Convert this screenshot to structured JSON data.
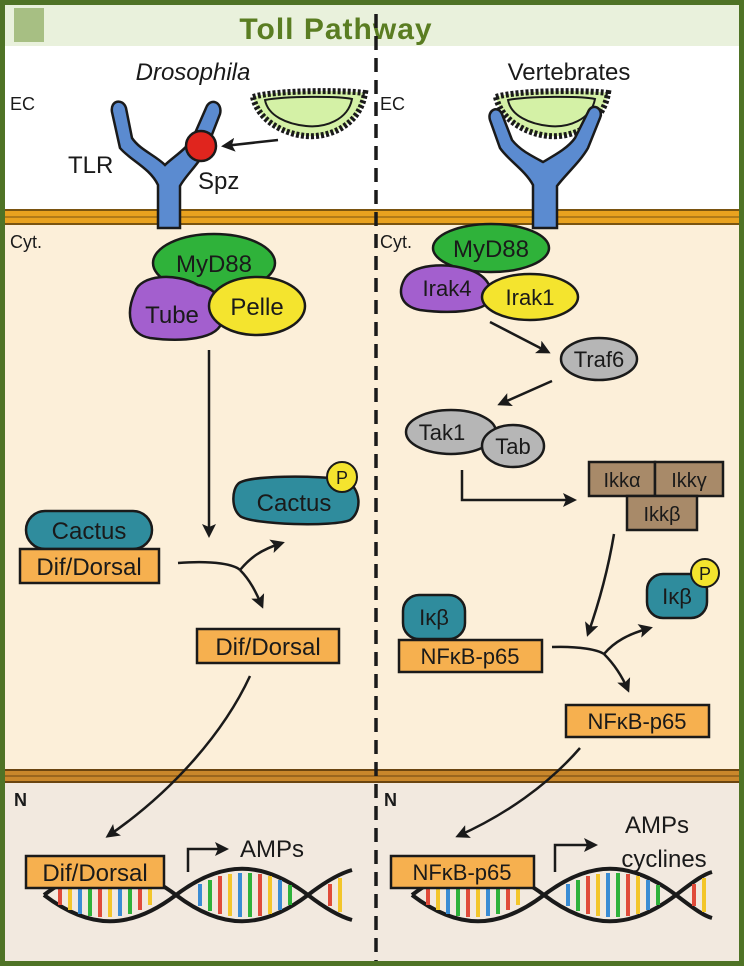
{
  "title": "Toll Pathway",
  "columns": {
    "left": "Drosophila",
    "right": "Vertebrates"
  },
  "compartments": {
    "ec": "EC",
    "cyt": "Cyt.",
    "n": "N"
  },
  "drosophila": {
    "receptor": "TLR",
    "ligand": "Spz",
    "myd88": "MyD88",
    "tube": "Tube",
    "pelle": "Pelle",
    "cactus": "Cactus",
    "cactus_p": "Cactus",
    "phospho": "P",
    "dif_dorsal_complex": "Dif/Dorsal",
    "dif_dorsal_free": "Dif/Dorsal",
    "dif_dorsal_nucleus": "Dif/Dorsal",
    "target": "AMPs"
  },
  "vertebrates": {
    "myd88": "MyD88",
    "irak4": "Irak4",
    "irak1": "Irak1",
    "traf6": "Traf6",
    "tak1": "Tak1",
    "tab": "Tab",
    "ikka": "Ikkα",
    "ikky": "Ikkγ",
    "ikkb": "Ikkβ",
    "ikb": "Iκβ",
    "ikb_p": "Iκβ",
    "phospho": "P",
    "nfkb_complex": "NFκB-p65",
    "nfkb_free": "NFκB-p65",
    "nfkb_nucleus": "NFκB-p65",
    "target_line1": "AMPs",
    "target_line2": "cyclines"
  },
  "colors": {
    "frame": "#4f7326",
    "title_text": "#5a7d22",
    "title_bar": "#e9f1dc",
    "cytoplasm": "#fcefd9",
    "nucleus": "#f2e9df",
    "membrane": "#e9a21f",
    "receptor": "#5b8bd0",
    "myd88": "#2fb23a",
    "tube": "#a35fce",
    "pelle": "#f4e42e",
    "teal": "#2f8c9d",
    "orange_box": "#f6b04f",
    "grey": "#b6b6b6",
    "brown": "#a88a69",
    "bacterium": "#d4f1a6",
    "spz": "#e0251e"
  }
}
